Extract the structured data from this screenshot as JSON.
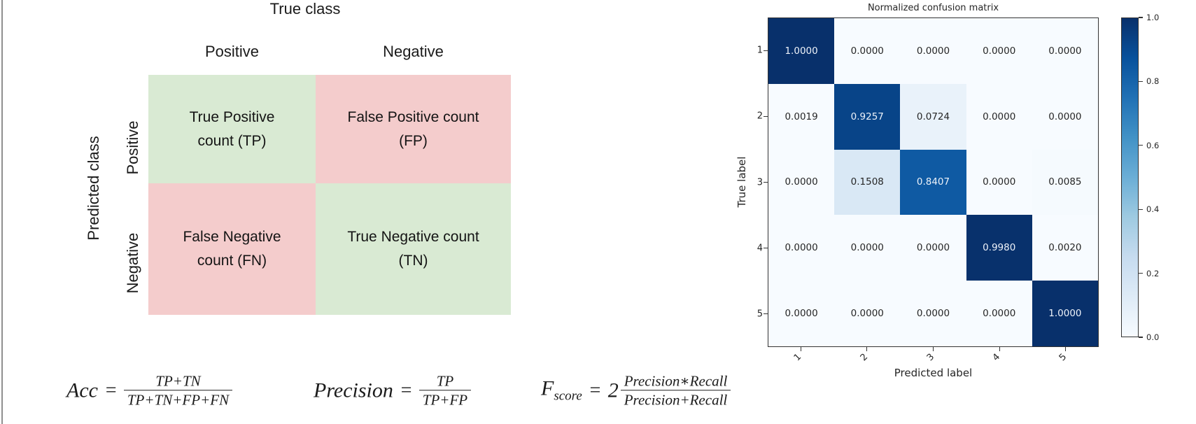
{
  "diagram": {
    "top_axis_label": "True class",
    "col_headers": [
      "Positive",
      "Negative"
    ],
    "left_axis_label": "Predicted class",
    "row_headers": [
      "Positive",
      "Negative"
    ],
    "cells": [
      {
        "line1": "True Positive",
        "line2": "count (TP)",
        "kind": "match"
      },
      {
        "line1": "False Positive count",
        "line2": "(FP)",
        "kind": "mismatch"
      },
      {
        "line1": "False Negative",
        "line2": "count (FN)",
        "kind": "mismatch"
      },
      {
        "line1": "True Negative count",
        "line2": "(TN)",
        "kind": "match"
      }
    ],
    "match_color": "#d9ead3",
    "mismatch_color": "#f4cccc"
  },
  "formulas": {
    "accuracy": {
      "lhs": "Acc",
      "eq": "=",
      "num": "TP+TN",
      "den": "TP+TN+FP+FN"
    },
    "precision": {
      "lhs": "Precision",
      "eq": "=",
      "num": "TP",
      "den": "TP+FP"
    },
    "fscore": {
      "lhs": "F",
      "sub": "score",
      "eq": "=",
      "coef": "2",
      "num": "Precision∗Recall",
      "den": "Precision+Recall"
    }
  },
  "chart_data": {
    "type": "heatmap",
    "title": "Normalized confusion matrix",
    "xlabel": "Predicted label",
    "ylabel": "True label",
    "x_tick_labels": [
      "1",
      "2",
      "3",
      "4",
      "5"
    ],
    "y_tick_labels": [
      "1",
      "2",
      "3",
      "4",
      "5"
    ],
    "values": [
      [
        1.0,
        0.0,
        0.0,
        0.0,
        0.0
      ],
      [
        0.0019,
        0.9257,
        0.0724,
        0.0,
        0.0
      ],
      [
        0.0,
        0.1508,
        0.8407,
        0.0,
        0.0085
      ],
      [
        0.0,
        0.0,
        0.0,
        0.998,
        0.002
      ],
      [
        0.0,
        0.0,
        0.0,
        0.0,
        1.0
      ]
    ],
    "cell_labels": [
      [
        "1.0000",
        "0.0000",
        "0.0000",
        "0.0000",
        "0.0000"
      ],
      [
        "0.0019",
        "0.9257",
        "0.0724",
        "0.0000",
        "0.0000"
      ],
      [
        "0.0000",
        "0.1508",
        "0.8407",
        "0.0000",
        "0.0085"
      ],
      [
        "0.0000",
        "0.0000",
        "0.0000",
        "0.9980",
        "0.0020"
      ],
      [
        "0.0000",
        "0.0000",
        "0.0000",
        "0.0000",
        "1.0000"
      ]
    ],
    "vmin": 0.0,
    "vmax": 1.0,
    "colormap": "Blues",
    "colormap_stops": [
      "#f7fbff",
      "#deebf7",
      "#c6dbef",
      "#9ecae1",
      "#6baed6",
      "#4292c6",
      "#2171b5",
      "#08519c",
      "#08306b"
    ],
    "colorbar_ticks": [
      "1.0",
      "0.8",
      "0.6",
      "0.4",
      "0.2",
      "0.0"
    ],
    "legend_position": "right-colorbar",
    "grid": false
  }
}
